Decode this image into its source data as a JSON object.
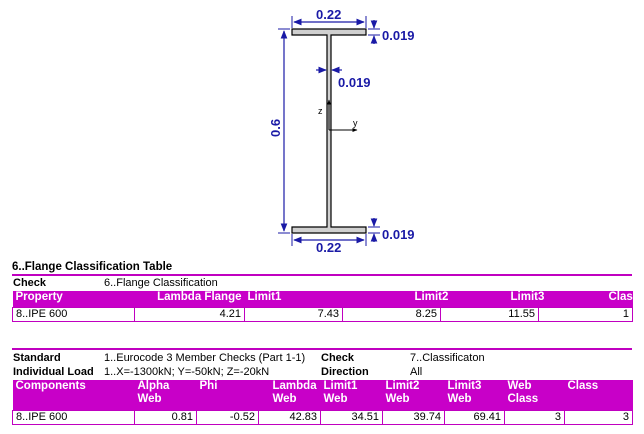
{
  "drawing": {
    "dims": {
      "top_width": "0.22",
      "bottom_width": "0.22",
      "top_flange_thickness": "0.019",
      "web_thickness": "0.019",
      "bottom_flange_thickness": "0.019",
      "height": "0.6"
    },
    "axes": {
      "z": "z",
      "y": "y"
    },
    "colors": {
      "dimension": "#1a1aa6",
      "section_fill": "#d0d0d0"
    }
  },
  "flange": {
    "title": "6..Flange Classification Table",
    "check_label": "Check",
    "check_value": "6..Flange Classification",
    "headers": [
      "Property",
      "Lambda Flange",
      "Limit1",
      "Limit2",
      "Limit3",
      "Class"
    ],
    "rows": [
      [
        "8..IPE 600",
        "4.21",
        "7.43",
        "8.25",
        "11.55",
        "1"
      ]
    ]
  },
  "web": {
    "standard_label": "Standard",
    "standard_value": "1..Eurocode 3 Member Checks (Part 1-1)",
    "check_label": "Check",
    "check_value": "7..Classificaton",
    "load_label": "Individual Load",
    "load_value": "1..X=-1300kN;  Y=-50kN;  Z=-20kN",
    "direction_label": "Direction",
    "direction_value": "All",
    "headers": [
      "Components",
      "Alpha Web",
      "Phi",
      "Lambda Web",
      "Limit1 Web",
      "Limit2 Web",
      "Limit3 Web",
      "Web Class",
      "Class"
    ],
    "rows": [
      [
        "8..IPE 600",
        "0.81",
        "-0.52",
        "42.83",
        "34.51",
        "39.74",
        "69.41",
        "3",
        "3"
      ]
    ]
  },
  "theme": {
    "header_bg": "#c800c8",
    "rule": "#c000c0"
  }
}
